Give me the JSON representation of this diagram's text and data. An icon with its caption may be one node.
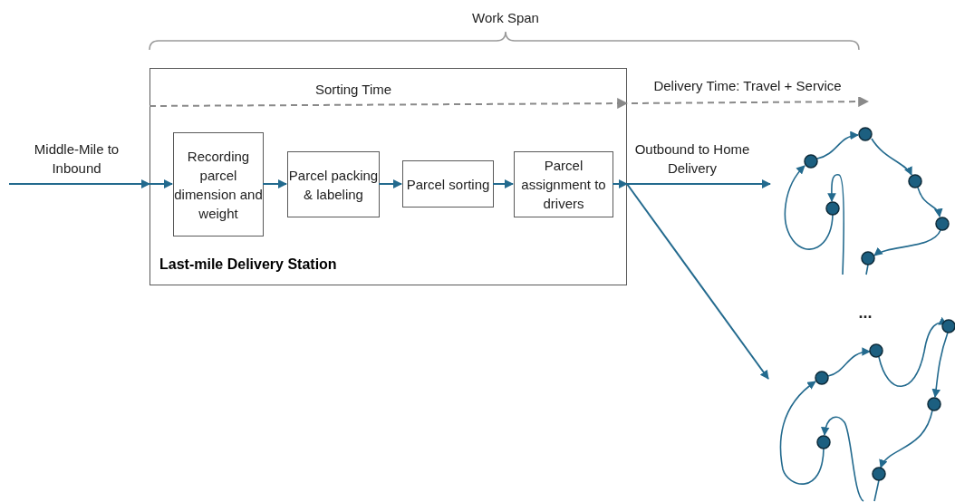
{
  "diagram": {
    "nodes": [
      {
        "text": [
          "Last-mile Delivery Station"
        ]
      },
      {
        "text": [
          "Recording parcel dimension and weight"
        ],
        "in": 0
      },
      {
        "text": [
          "Parcel packing & labeling"
        ],
        "in": 0
      },
      {
        "text": [
          "Parcel sorting"
        ],
        "in": 0
      },
      {
        "text": [
          "Parcel assignment to drivers"
        ],
        "in": 0
      },
      {
        "text": [],
        "shape": "picture"
      },
      {
        "text": [],
        "shape": "picture"
      }
    ],
    "edges": [
      {
        "from": null,
        "to": 0,
        "arrow": "to",
        "label": "Middle-Mile to Inbound"
      },
      {
        "from": 0,
        "to": 1,
        "arrow": "to"
      },
      {
        "from": 1,
        "to": 2,
        "arrow": "to"
      },
      {
        "from": 2,
        "to": 3,
        "arrow": "to"
      },
      {
        "from": 3,
        "to": 4,
        "arrow": "to"
      },
      {
        "from": 4,
        "to": 0,
        "arrow": "to"
      },
      {
        "from": 0,
        "to": 5,
        "arrow": "to",
        "label": "Outbound to Home Delivery"
      },
      {
        "from": 0,
        "to": 6,
        "arrow": "to"
      }
    ],
    "labels": [
      "Work Span",
      "Sorting Time",
      "Delivery Time: Travel + Service",
      "..."
    ]
  }
}
